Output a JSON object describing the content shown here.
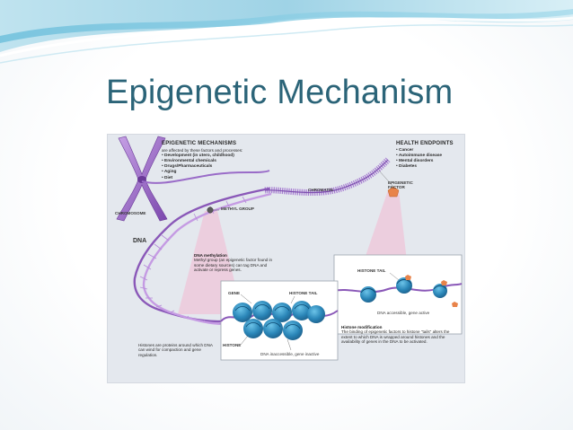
{
  "slide": {
    "title": "Epigenetic Mechanism"
  },
  "diagram": {
    "mechanisms": {
      "heading": "EPIGENETIC MECHANISMS",
      "subheading": "are affected by these factors and processes:",
      "items": [
        "Development (in utero, childhood)",
        "Environmental chemicals",
        "Drugs/Pharmaceuticals",
        "Aging",
        "Diet"
      ]
    },
    "health_endpoints": {
      "heading": "HEALTH ENDPOINTS",
      "items": [
        "Cancer",
        "Autoimmune disease",
        "Mental disorders",
        "Diabetes"
      ]
    },
    "labels": {
      "chromosome": "CHROMOSOME",
      "chromatin": "CHROMATIN",
      "methyl_group": "METHYL GROUP",
      "dna": "DNA",
      "epigenetic_factor": "EPIGENETIC FACTOR",
      "gene": "GENE",
      "histone_tail_left": "HISTONE TAIL",
      "histone_tail_right": "HISTONE TAIL",
      "histone": "HISTONE",
      "dna_inaccessible": "DNA inaccessible, gene inactive",
      "dna_accessible": "DNA accessible, gene active"
    },
    "methylation": {
      "heading": "DNA methylation",
      "text": "Methyl group (an epigenetic factor found in some dietary sources) can tag DNA and activate or repress genes."
    },
    "histones_note": "Histones are proteins around which DNA can wind for compaction and gene regulation.",
    "histone_modification": {
      "heading": "Histone modification",
      "text": "The binding of epigenetic factors to histone \"tails\" alters the extent to which DNA is wrapped around histones and the availability of genes in the DNA to be activated."
    },
    "colors": {
      "title": "#2b6478",
      "dna_strand": "#8a58b8",
      "histone": "#2a86b8",
      "histone_dark": "#1d5f8a",
      "chromosome": "#8a58b8",
      "factor": "#e8834a",
      "pink_beam": "#f2b8d2"
    }
  }
}
